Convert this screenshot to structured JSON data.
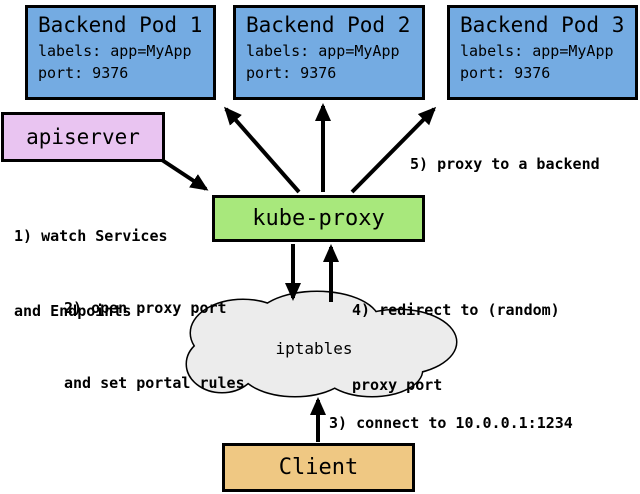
{
  "diagram": {
    "pods": [
      {
        "title": "Backend Pod 1",
        "labels": "labels: app=MyApp",
        "port": "port: 9376"
      },
      {
        "title": "Backend Pod 2",
        "labels": "labels: app=MyApp",
        "port": "port: 9376"
      },
      {
        "title": "Backend Pod 3",
        "labels": "labels: app=MyApp",
        "port": "port: 9376"
      }
    ],
    "apiserver_label": "apiserver",
    "kube_proxy_label": "kube-proxy",
    "cloud_label": "iptables",
    "client_label": "Client",
    "annotations": {
      "step1_line1": "1) watch Services",
      "step1_line2": "and Endpoints",
      "step2_line1": "2) open proxy port",
      "step2_line2": "and set portal rules",
      "step3": "3) connect to 10.0.0.1:1234",
      "step4_line1": "4) redirect to (random)",
      "step4_line2": "proxy port",
      "step5": "5) proxy to a backend"
    },
    "colors": {
      "pod_fill": "#74ABE2",
      "apiserver_fill": "#E9C4F1",
      "kube_proxy_fill": "#A8E87C",
      "client_fill": "#EFC883",
      "cloud_fill": "#ECECEC",
      "border": "#000000"
    }
  }
}
